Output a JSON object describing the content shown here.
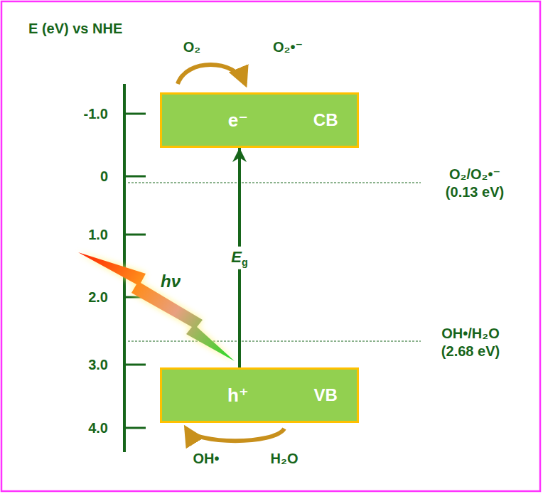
{
  "diagram": {
    "nodes": [
      {
        "text": [
          "e⁻",
          "CB"
        ]
      },
      {
        "text": [
          "h⁺",
          "VB"
        ]
      }
    ],
    "edges": [
      {
        "from": 1,
        "to": 0,
        "arrow": "to",
        "label": "Eg"
      }
    ],
    "labels": [
      "E (eV) vs NHE",
      "-1.0",
      "0",
      "1.0",
      "2.0",
      "3.0",
      "4.0",
      "O₂",
      "O₂•⁻",
      "O₂/O₂•⁻ (0.13 eV)",
      "hν",
      "OH•/H₂O (2.68 eV)",
      "OH•",
      "H₂O"
    ]
  }
}
